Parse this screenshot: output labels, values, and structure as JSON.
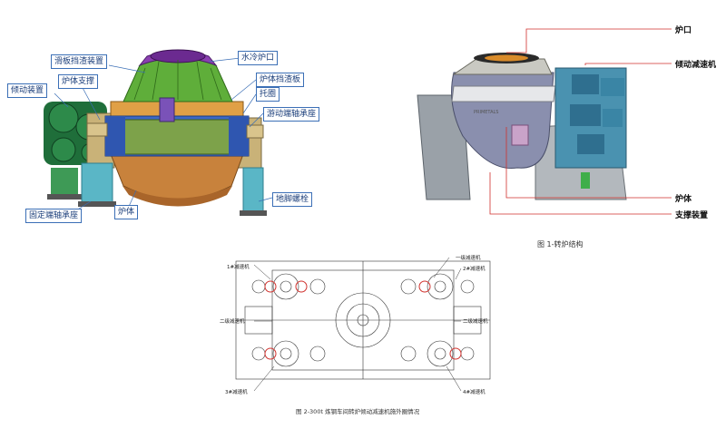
{
  "figure_left": {
    "labels": {
      "slide_plate": "滑板挡渣装置",
      "water_cooled_mouth": "水冷炉口",
      "tilting_device": "倾动装置",
      "furnace_support": "炉体支撑",
      "furnace_slag_plate": "炉体挡渣板",
      "support_ring": "托圈",
      "floating_bearing": "游动端轴承座",
      "fixed_bearing": "固定端轴承座",
      "furnace_body": "炉体",
      "anchor_bolt": "地脚螺栓"
    }
  },
  "figure_right": {
    "labels": {
      "mouth": "炉口",
      "tilting_reducer": "倾动减速机",
      "body": "炉体",
      "support_device": "支撑装置"
    },
    "brand_text": "PRIMETALS",
    "caption": "图 1-转炉结构"
  },
  "figure_bottom": {
    "labels": {
      "reducer_1": "1#减速机",
      "primary_reducer": "一级减速机",
      "reducer_2": "2#减速机",
      "secondary_left": "二级减速机",
      "secondary_right": "二级减速机",
      "reducer_3": "3#减速机",
      "reducer_4": "4#减速机"
    },
    "caption": "图 2-300t 炼钢车间转炉倾动减速机施外圈情况"
  },
  "colors": {
    "label_border": "#3b6fb6",
    "green_top": "#5fae3a",
    "orange_ring": "#e0a046",
    "blue_band": "#3c67c6",
    "teal_bearing": "#5ab6c6",
    "dark_green_drive": "#1f6e3a",
    "red_mark": "#d0312d"
  }
}
